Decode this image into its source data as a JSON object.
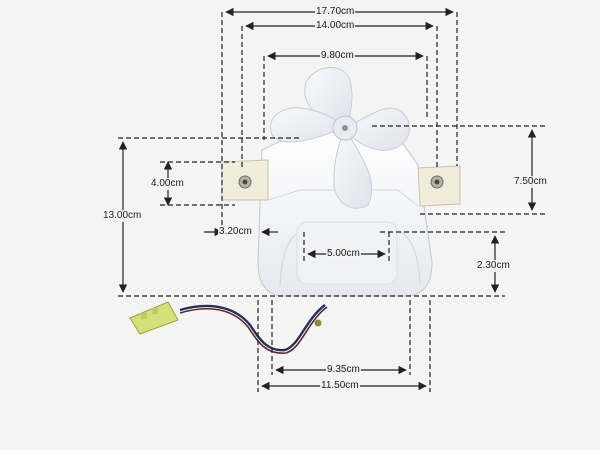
{
  "dimensions": {
    "outer_width": "17.70cm",
    "mount_width": "14.00cm",
    "fan_diameter": "9.80cm",
    "tab_height": "4.00cm",
    "total_height": "13.00cm",
    "flange_offset": "3.20cm",
    "top_width": "7.50cm",
    "inner_width": "5.00cm",
    "base_height": "2.30cm",
    "wire_span": "9.35cm",
    "base_width": "11.50cm"
  },
  "colors": {
    "background": "#f4f4f4",
    "dimension_line": "#222222",
    "fan_plastic": "#eef1f6",
    "connector": "#d6e07a"
  }
}
